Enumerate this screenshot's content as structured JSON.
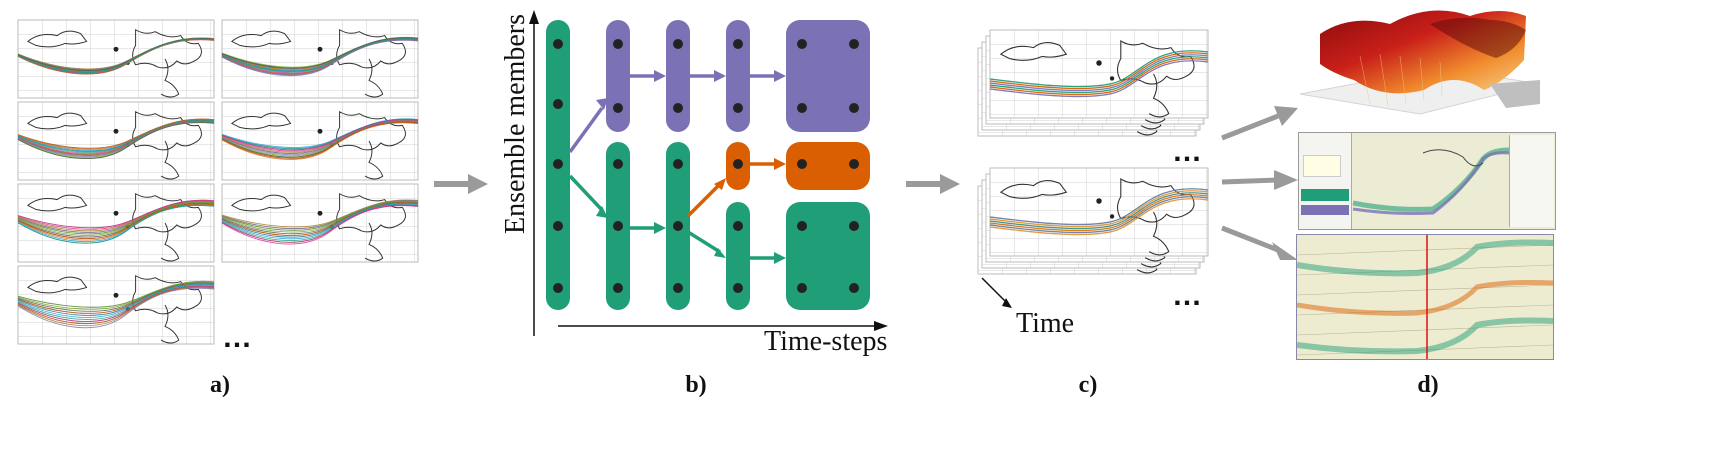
{
  "panels": {
    "a": {
      "label": "a)",
      "ellipsis": "…"
    },
    "b": {
      "label": "b)",
      "y_axis_label": "Ensemble members",
      "x_axis_label": "Time-steps"
    },
    "c": {
      "label": "c)",
      "axis_label": "Time",
      "ellipsis_top": "…",
      "ellipsis_bottom": "…"
    },
    "d": {
      "label": "d)"
    }
  },
  "colors": {
    "purple": "#7a72b5",
    "green": "#1f9e77",
    "orange": "#d95f02",
    "arrow_gray": "#9a9a9a",
    "dot": "#222222"
  },
  "icons": [
    "map-thumbnail-icon",
    "surface-3d-render-icon",
    "ui-screenshot-icon",
    "stacked-maps-icon"
  ]
}
